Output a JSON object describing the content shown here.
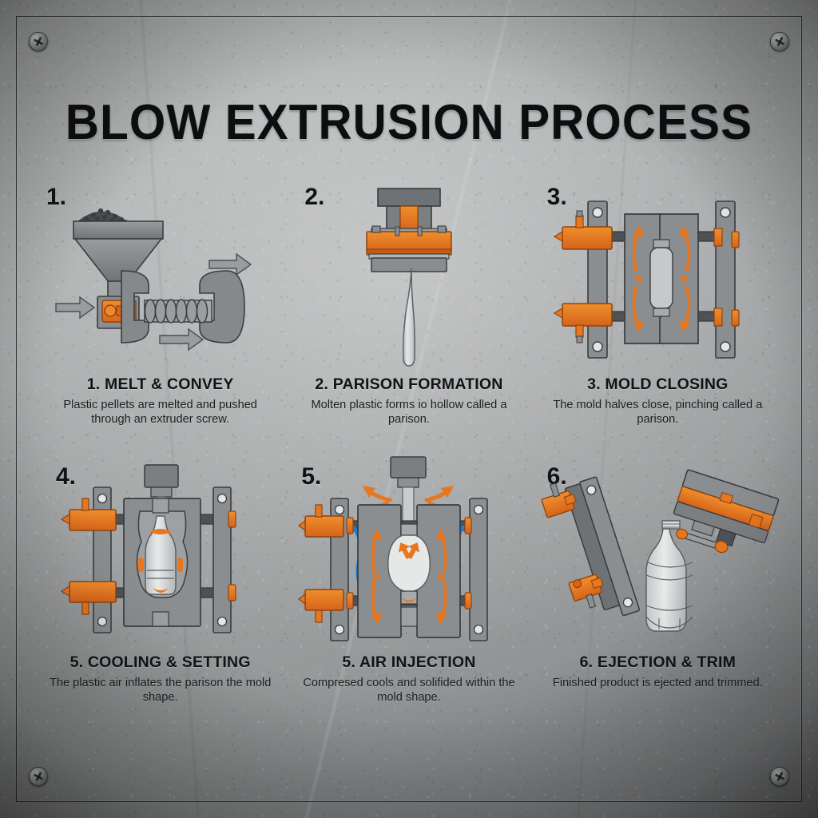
{
  "poster": {
    "title": "BLOW EXTRUSION PROCESS",
    "background_color": "#a9abac",
    "accent_color": "#e8761e",
    "metal_color": "#808386",
    "coolant_color": "#1e7fd8",
    "text_color": "#111315"
  },
  "frame": {
    "screws": [
      {
        "name": "screw-top-left"
      },
      {
        "name": "screw-top-right"
      },
      {
        "name": "screw-bottom-left"
      },
      {
        "name": "screw-bottom-right"
      }
    ]
  },
  "steps": [
    {
      "number": "1.",
      "title": "1. MELT & CONVEY",
      "body": "Plastic pellets are melted and pushed through an extruder screw.",
      "art": "extruder-hopper-screw"
    },
    {
      "number": "2.",
      "title": "2. PARISON FORMATION",
      "body": "Molten plastic forms io hollow called a parison.",
      "art": "die-head-parison"
    },
    {
      "number": "3.",
      "title": "3. MOLD CLOSING",
      "body": "The mold halves close, pinching called a parison.",
      "art": "mold-closing-platens"
    },
    {
      "number": "4.",
      "title": "5. COOLING & SETTING",
      "body": "The plastic  air inflates the parison the mold shape.",
      "art": "mold-closed-bottle"
    },
    {
      "number": "5.",
      "title": "5. AIR INJECTION",
      "body": "Compresed cools and solifided within the mold shape.",
      "art": "air-injection-cooling"
    },
    {
      "number": "6.",
      "title": "6. EJECTION & TRIM",
      "body": "Finished product is ejected and trimmed.",
      "art": "mold-open-ejection"
    }
  ]
}
